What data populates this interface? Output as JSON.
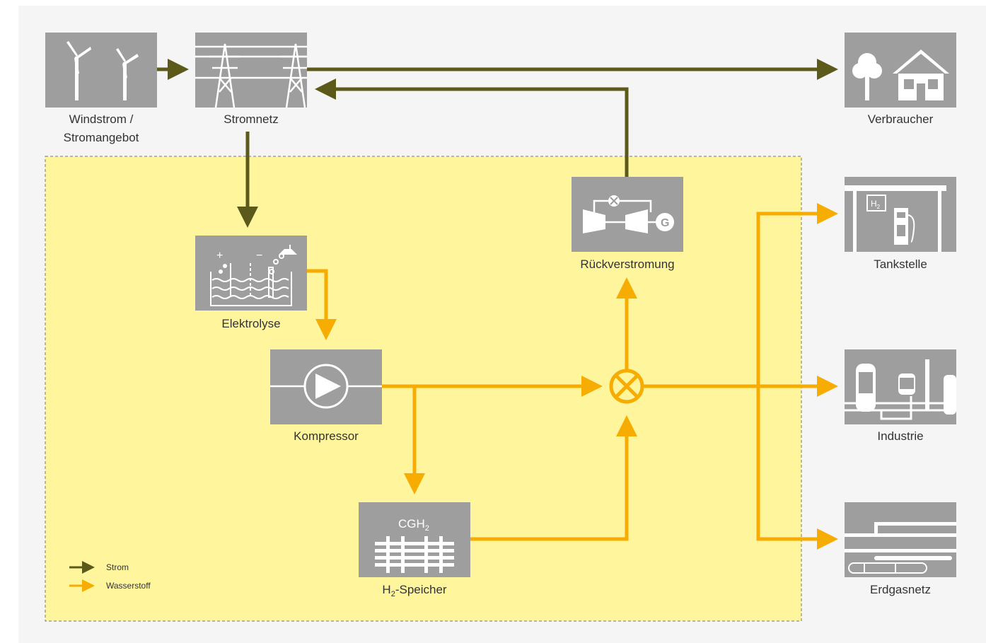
{
  "colors": {
    "background": "#f5f5f5",
    "zone_fill": "#fff59d",
    "box_gray": "#9e9e9e",
    "icon_white": "#ffffff",
    "strom": "#5c5a1a",
    "wasserstoff": "#f6ac00",
    "text": "#333333"
  },
  "nodes": {
    "windstrom": {
      "label_line1": "Windstrom /",
      "label_line2": "Stromangebot",
      "icon": "wind-turbines-icon"
    },
    "stromnetz": {
      "label": "Stromnetz",
      "icon": "power-pylons-icon"
    },
    "verbraucher": {
      "label": "Verbraucher",
      "icon": "tree-house-icon"
    },
    "elektrolyse": {
      "label": "Elektrolyse",
      "icon": "electrolysis-tank-icon",
      "plus": "+",
      "minus": "−"
    },
    "kompressor": {
      "label": "Kompressor",
      "icon": "compressor-pump-icon"
    },
    "speicher": {
      "label_main": "H",
      "label_sub": "2",
      "label_rest": "-Speicher",
      "title_main": "CGH",
      "title_sub": "2",
      "icon": "gas-cylinders-icon"
    },
    "rueckverstromung": {
      "label": "Rückverstromung",
      "icon": "turbine-generator-icon",
      "generator_letter": "G"
    },
    "tankstelle": {
      "label": "Tankstelle",
      "icon": "fuel-station-icon",
      "sign_main": "H",
      "sign_sub": "2"
    },
    "industrie": {
      "label": "Industrie",
      "icon": "industrial-tanks-icon"
    },
    "erdgasnetz": {
      "label": "Erdgasnetz",
      "icon": "gas-pipelines-icon"
    }
  },
  "legend": {
    "strom": "Strom",
    "wasserstoff": "Wasserstoff"
  }
}
